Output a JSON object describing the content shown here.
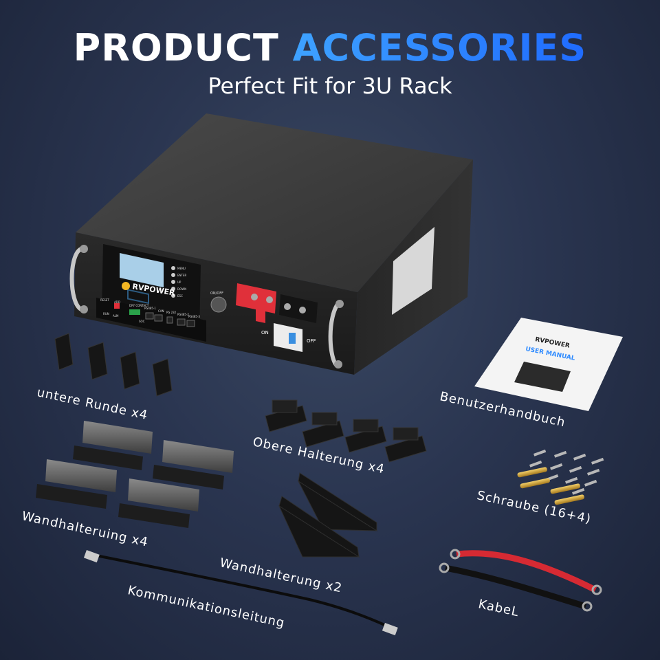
{
  "header": {
    "title_part1": "PRODUCT",
    "title_part2": "ACCESSORIES",
    "subtitle": "Perfect Fit for 3U Rack"
  },
  "battery": {
    "brand": "RVPOWER",
    "switch_label": "ON/OFF",
    "breaker_on": "ON",
    "breaker_off": "OFF",
    "panel_labels": [
      "RESET",
      "ADD",
      "DRY CONTACT",
      "RS485-1",
      "CAN",
      "RS 232",
      "RS485-2",
      "RS485-3",
      "RUN",
      "ALM",
      "SOC"
    ],
    "menu_items": [
      "MENU",
      "ENTER",
      "UP",
      "DOWN",
      "ESC"
    ]
  },
  "manual": {
    "brand": "RVPOWER",
    "title": "USER MANUAL"
  },
  "items": [
    {
      "id": "lower-round",
      "label": "untere Runde x4"
    },
    {
      "id": "manual",
      "label": "Benutzerhandbuch"
    },
    {
      "id": "upper-bracket",
      "label": "Obere Halterung x4"
    },
    {
      "id": "screws",
      "label": "Schraube (16+4)"
    },
    {
      "id": "wall-bracket",
      "label": "Wandhalteruing x4"
    },
    {
      "id": "wall-bracket-2",
      "label": "Wandhalterung x2"
    },
    {
      "id": "comm-cable",
      "label": "Kommunikationsleitung"
    },
    {
      "id": "cable",
      "label": "KabeL"
    }
  ],
  "colors": {
    "accent": "#2f8bff",
    "background": "#2a3550",
    "battery_body": "#3a3a3a",
    "terminal_red": "#e0303a"
  }
}
